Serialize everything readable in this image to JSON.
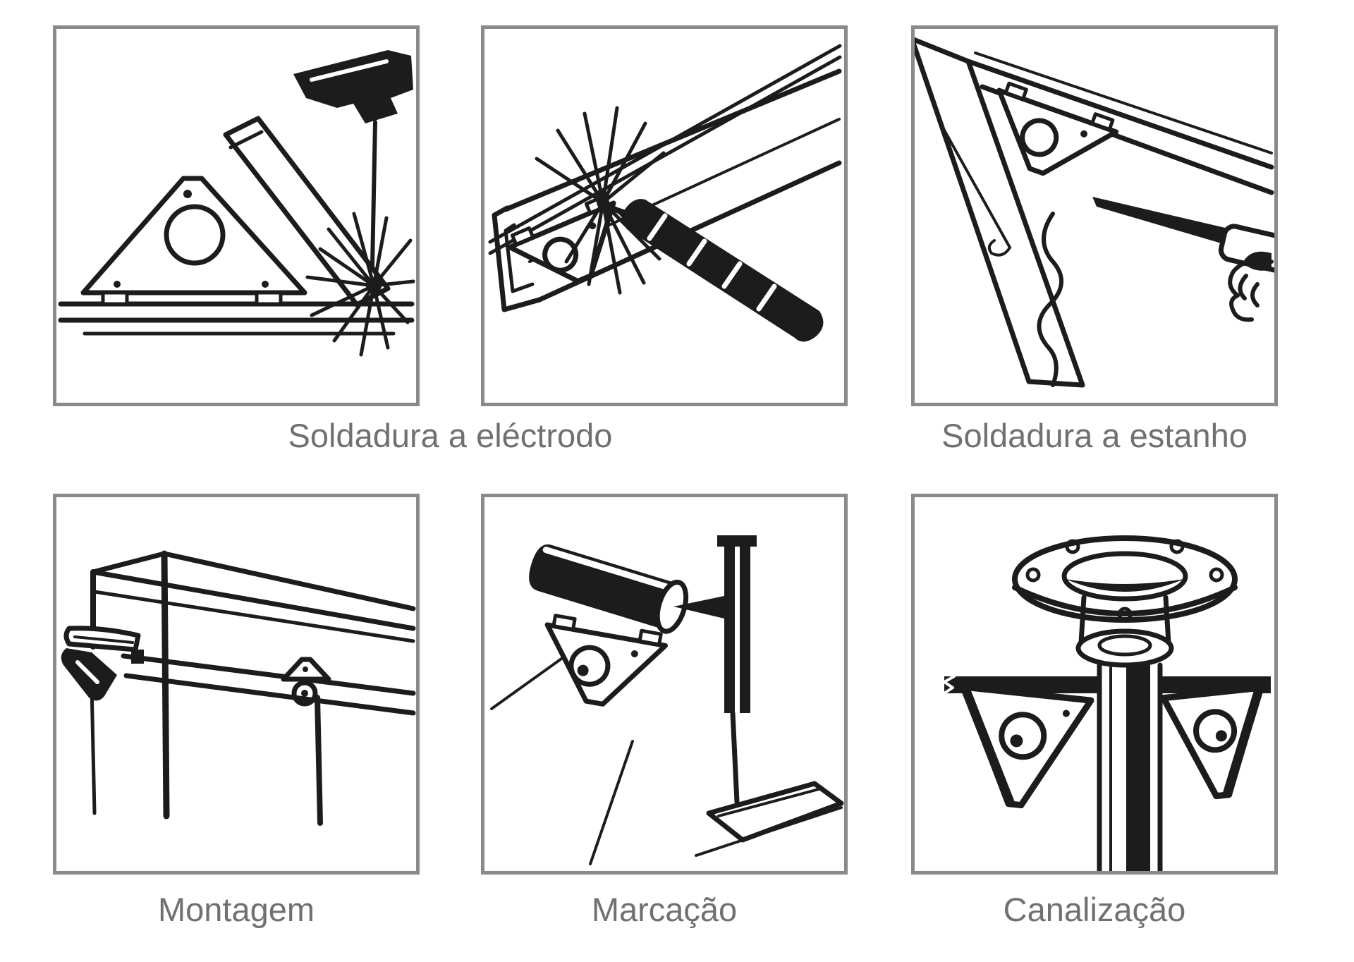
{
  "captions": {
    "electrode": "Soldadura a eléctrodo",
    "tin": "Soldadura a estanho",
    "assembly": "Montagem",
    "marking": "Marcação",
    "plumbing": "Canalização"
  },
  "colors": {
    "border": "#8a8a8a",
    "caption": "#707070",
    "ink": "#1c1c1c"
  }
}
